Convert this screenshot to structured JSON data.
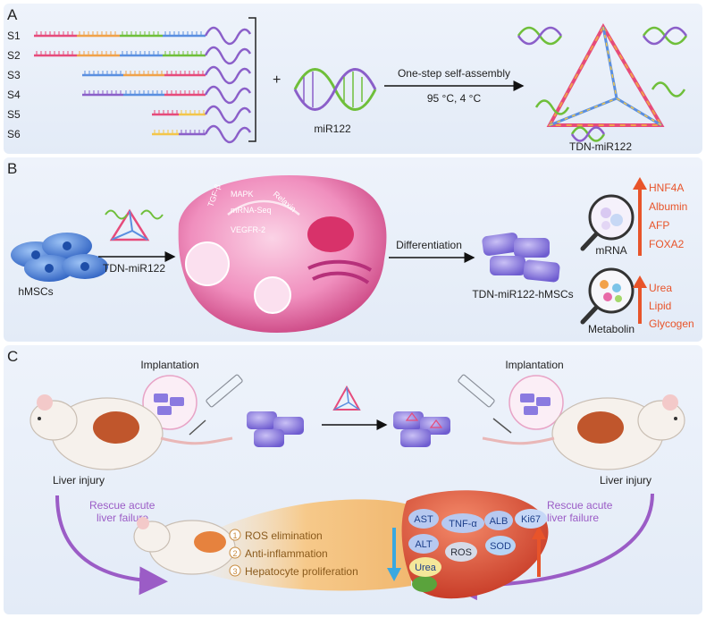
{
  "panels": {
    "a": {
      "label": "A",
      "strands": [
        "S1",
        "S2",
        "S3",
        "S4",
        "S5",
        "S6"
      ],
      "plus": "+",
      "mirna_label": "miR122",
      "arrow_top": "One-step self-assembly",
      "arrow_bottom": "95 °C, 4 °C",
      "product_label": "TDN-miR122"
    },
    "b": {
      "label": "B",
      "cells_label": "hMSCs",
      "arrow1_label": "TDN-miR122",
      "pathways": [
        "MAPK",
        "mRNA-Seq",
        "TGF-β",
        "Relaxin",
        "VEGFR-2"
      ],
      "arrow2_label": "Differentiation",
      "diff_cells_label": "TDN-miR122-hMSCs",
      "mrna_label": "mRNA",
      "mrna_markers": [
        "HNF4A",
        "Albumin",
        "AFP",
        "FOXA2"
      ],
      "metabolin_label": "Metabolin",
      "metab_markers": [
        "Urea",
        "Lipid",
        "Glycogen"
      ]
    },
    "c": {
      "label": "C",
      "impl_left": "Implantation",
      "impl_right": "Implantation",
      "injury_left": "Liver injury",
      "injury_right": "Liver injury",
      "rescue_left": [
        "Rescue acute",
        "liver failure"
      ],
      "rescue_right": [
        "Rescue acute",
        "liver failure"
      ],
      "effects": [
        {
          "num": "1",
          "text": "ROS elimination"
        },
        {
          "num": "2",
          "text": "Anti-inflammation"
        },
        {
          "num": "3",
          "text": "Hepatocyte proliferation"
        }
      ],
      "liver_markers": [
        "AST",
        "TNF-α",
        "ALT",
        "ROS",
        "Urea",
        "ALB",
        "Ki67",
        "SOD"
      ]
    }
  },
  "colors": {
    "panel_bg": "#e8eef8",
    "accent_orange": "#e8542a",
    "arrow_purple": "#9b5cc6",
    "cell_blue": "#3f78d8",
    "cell_violet": "#8a7ae0",
    "liver_red": "#d9442e",
    "pink_cell": "#e86aa8"
  }
}
